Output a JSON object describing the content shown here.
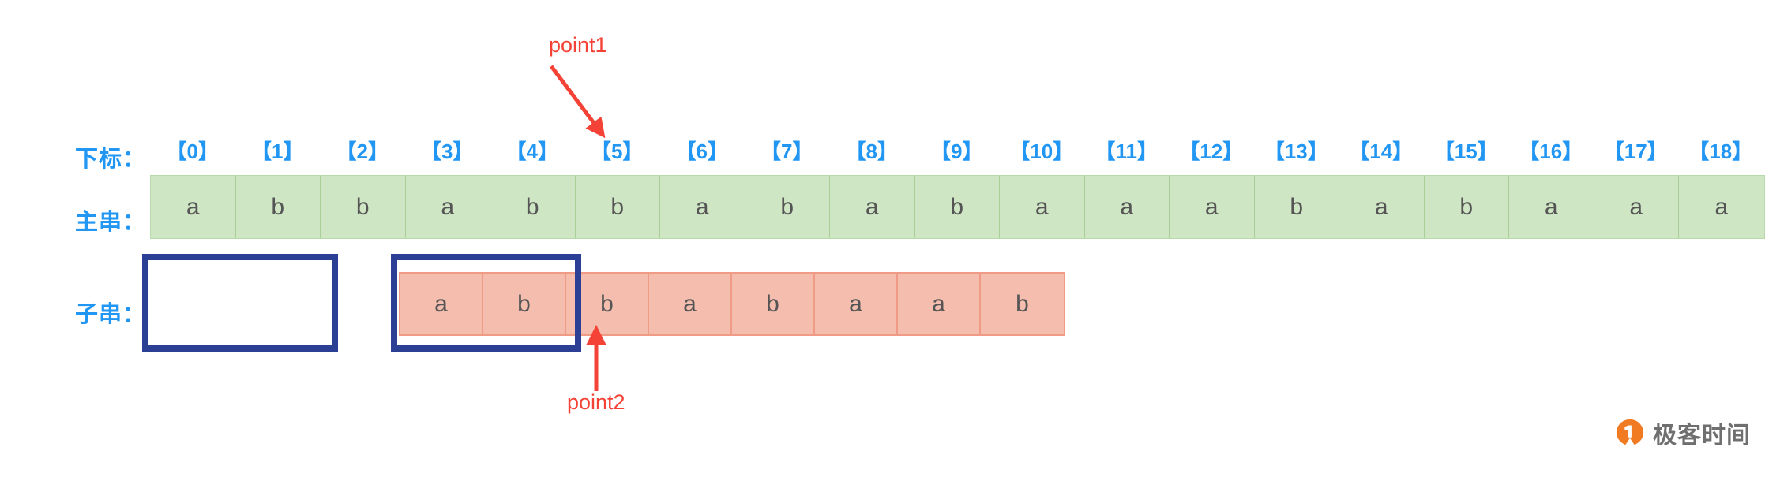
{
  "labels": {
    "index_row": "下标：",
    "main_row": "主串：",
    "sub_row": "子串："
  },
  "indices": [
    "【0】",
    "【1】",
    "【2】",
    "【3】",
    "【4】",
    "【5】",
    "【6】",
    "【7】",
    "【8】",
    "【9】",
    "【10】",
    "【11】",
    "【12】",
    "【13】",
    "【14】",
    "【15】",
    "【16】",
    "【17】",
    "【18】"
  ],
  "main_string": {
    "chars": [
      "a",
      "b",
      "b",
      "a",
      "b",
      "b",
      "a",
      "b",
      "a",
      "b",
      "a",
      "a",
      "a",
      "b",
      "a",
      "b",
      "a",
      "a",
      "a"
    ],
    "fill_color": "#cfe6c4",
    "border_color": "#a9cf99"
  },
  "sub_string": {
    "chars": [
      "a",
      "b",
      "b",
      "a",
      "b",
      "a",
      "a",
      "b"
    ],
    "fill_color": "#f4bdae",
    "border_color": "#ef9b85"
  },
  "highlight_boxes": {
    "color": "#2b3f94",
    "left_box_label": "empty-match-window",
    "right_box_label": "matched-prefix-window"
  },
  "pointers": {
    "point1": "point1",
    "point2": "point2",
    "color": "#f44336"
  },
  "watermark": {
    "text": "极客时间",
    "mark_color": "#f07b23"
  },
  "colors": {
    "label_blue": "#2196f3",
    "char_gray": "#555555",
    "background": "#ffffff"
  }
}
